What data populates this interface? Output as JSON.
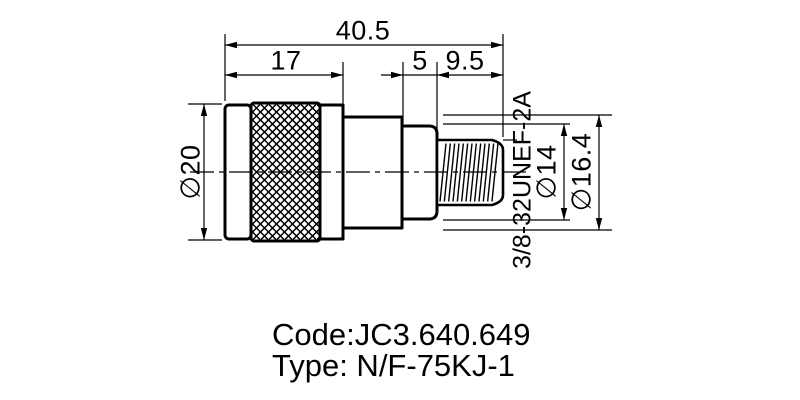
{
  "drawing": {
    "dimensions": {
      "overall_length": "40.5",
      "coupling_length": "17",
      "step_length": "5",
      "thread_length": "9.5",
      "coupling_diameter": "∅20",
      "step_diameter": "∅14",
      "body_diameter": "∅16.4",
      "thread_spec": "3/8-32UNEF-2A"
    },
    "notes": {
      "code": "Code:JC3.640.649",
      "type": "Type: N/F-75KJ-1"
    },
    "colors": {
      "line": "#000000",
      "background": "#ffffff"
    }
  }
}
